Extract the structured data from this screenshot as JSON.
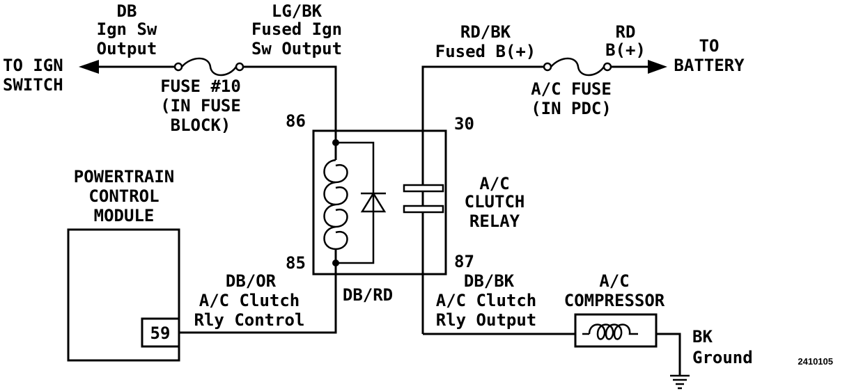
{
  "labels": {
    "ign_wire": [
      "DB",
      "Ign Sw",
      "Output"
    ],
    "fused_ign_wire": [
      "LG/BK",
      "Fused Ign",
      "Sw Output"
    ],
    "fused_batt_wire": [
      "RD/BK",
      "Fused B(+)"
    ],
    "batt_wire": [
      "RD",
      "B(+)"
    ],
    "to_ign": [
      "TO IGN",
      "SWITCH"
    ],
    "to_battery": [
      "TO",
      "BATTERY"
    ],
    "fuse10": [
      "FUSE #10",
      "(IN FUSE",
      "BLOCK)"
    ],
    "ac_fuse": [
      "A/C FUSE",
      "(IN PDC)"
    ],
    "pin86": "86",
    "pin30": "30",
    "pin85": "85",
    "pin87": "87",
    "relay": [
      "A/C",
      "CLUTCH",
      "RELAY"
    ],
    "pcm": [
      "POWERTRAIN",
      "CONTROL",
      "MODULE"
    ],
    "pcm_pin": "59",
    "clutch_control_wire": [
      "DB/OR",
      "A/C Clutch",
      "Rly Control"
    ],
    "db_rd": "DB/RD",
    "clutch_output_wire": [
      "DB/BK",
      "A/C Clutch",
      "Rly Output"
    ],
    "compressor": [
      "A/C",
      "COMPRESSOR"
    ],
    "ground": [
      "BK",
      "Ground"
    ],
    "figure_number": "2410105"
  },
  "colors": {
    "ink": "#000000",
    "paper": "#ffffff"
  }
}
